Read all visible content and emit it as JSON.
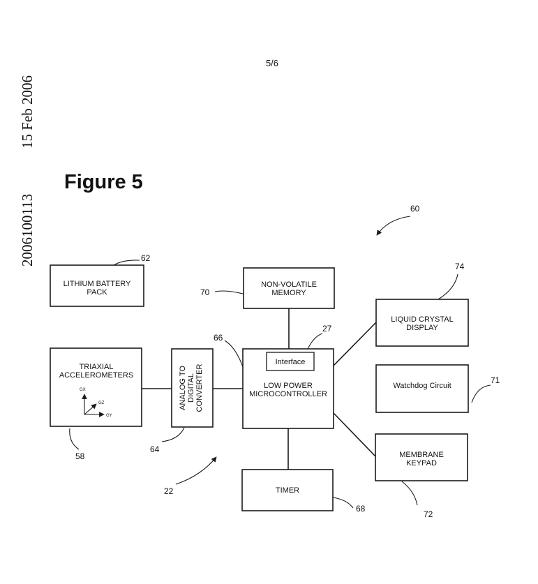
{
  "page_number": "5/6",
  "side_date": "15 Feb 2006",
  "side_number": "2006100113",
  "figure_title": "Figure 5",
  "blocks": {
    "battery": [
      "LITHIUM BATTERY",
      "PACK"
    ],
    "accelerometers": [
      "TRIAXIAL",
      "ACCELEROMETERS"
    ],
    "adc": [
      "ANALOG TO",
      "DIGITAL",
      "CONVERTER"
    ],
    "memory": [
      "NON-VOLATILE",
      "MEMORY"
    ],
    "microcontroller": [
      "LOW POWER",
      "MICROCONTROLLER"
    ],
    "interface": "Interface",
    "timer": "TIMER",
    "lcd": [
      "LIQUID CRYSTAL",
      "DISPLAY"
    ],
    "watchdog": "Watchdog Circuit",
    "keypad": [
      "MEMBRANE",
      "KEYPAD"
    ]
  },
  "axes": {
    "gx": "GX",
    "gz": "GZ",
    "gy": "GY"
  },
  "refs": {
    "system": "60",
    "battery": "62",
    "memory": "70",
    "lcd": "74",
    "interface": "27",
    "micro": "66",
    "watchdog": "71",
    "accel": "58",
    "adc": "64",
    "device": "22",
    "timer": "68",
    "keypad": "72"
  }
}
